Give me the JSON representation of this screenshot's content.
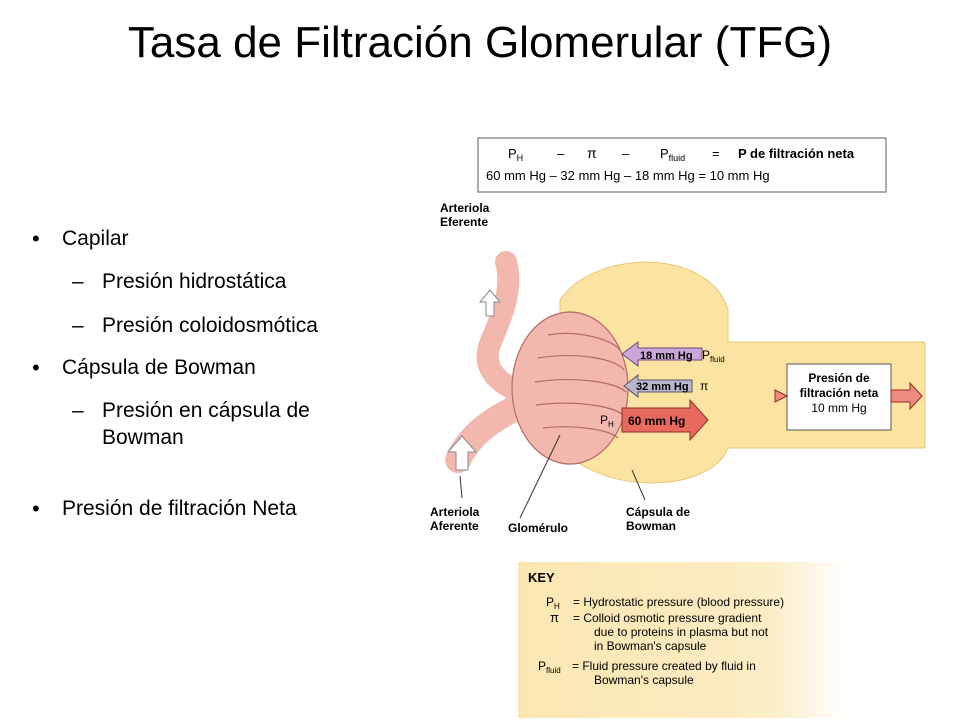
{
  "title": "Tasa de Filtración Glomerular (TFG)",
  "bullets": {
    "b1": "Capilar",
    "b1_sub1": "Presión hidrostática",
    "b1_sub2": "Presión coloidosmótica",
    "b2": "Cápsula de Bowman",
    "b2_sub1": "Presión en cápsula de Bowman",
    "b3": "Presión de filtración Neta",
    "dash": "–"
  },
  "equation": {
    "ph": "P",
    "ph_sub": "H",
    "minus": "–",
    "pi": "π",
    "pfluid": "P",
    "pfluid_sub": "fluid",
    "equals": "=",
    "result": "P de filtración neta",
    "values": "60 mm Hg – 32 mm Hg – 18 mm Hg = 10 mm Hg"
  },
  "labels": {
    "efferent_1": "Arteriola",
    "efferent_2": "Eferente",
    "afferent_1": "Arteriola",
    "afferent_2": "Aferente",
    "glomerulus": "Glomérulo",
    "capsule_1": "Cápsula de",
    "capsule_2": "Bowman",
    "arrow_fluid": "18 mm Hg",
    "arrow_pi": "32 mm Hg",
    "arrow_ph": "60 mm Hg",
    "pfluid_p": "P",
    "pfluid_sub": "fluid",
    "pi_symbol": "π",
    "ph_p": "P",
    "ph_sub": "H",
    "net_1": "Presión de",
    "net_2": "filtración neta",
    "net_3": "10 mm Hg"
  },
  "key": {
    "heading": "KEY",
    "ph": "P",
    "ph_sub": "H",
    "ph_def": "=   Hydrostatic pressure (blood pressure)",
    "pi": "π",
    "pi_def_1": "=   Colloid osmotic pressure gradient",
    "pi_def_2": "due to proteins in plasma but not",
    "pi_def_3": "in Bowman's capsule",
    "pfluid": "P",
    "pfluid_sub": "fluid",
    "pfluid_def_1": "= Fluid pressure created by fluid in",
    "pfluid_def_2": "Bowman's capsule"
  },
  "colors": {
    "capsule": "#fbe3a1",
    "capillary": "#f2b8ae",
    "capillary_stroke": "#b56a63",
    "arrow_fluid": "#c9a7d8",
    "arrow_pi": "#b8b7cf",
    "arrow_ph": "#e86a5f",
    "net_arrow": "#f08b80",
    "key_bg": "#fbe7b2"
  }
}
